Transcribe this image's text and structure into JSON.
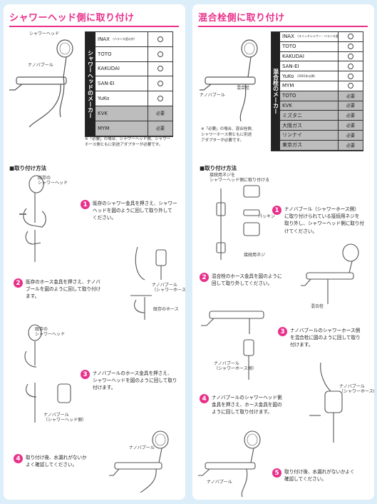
{
  "left": {
    "title": "シャワーヘッド側に取り付け",
    "label_head": "シャワーヘッド",
    "label_nano": "ナノバブール",
    "table_header": "シャワーヘッドのメーカー",
    "brands": [
      {
        "name": "INAX",
        "note": "（バランス釜以外）",
        "mark": "circle"
      },
      {
        "name": "TOTO",
        "note": "",
        "mark": "circle"
      },
      {
        "name": "KAKUDAI",
        "note": "",
        "mark": "circle"
      },
      {
        "name": "SAN-EI",
        "note": "",
        "mark": "circle"
      },
      {
        "name": "YuKo",
        "note": "",
        "mark": "circle"
      },
      {
        "name": "KVK",
        "note": "",
        "mark": "必要"
      },
      {
        "name": "MYM",
        "note": "",
        "mark": "必要"
      }
    ],
    "table_note": "※「必要」の場合、シャワーヘッド側、シャワー\nホース側ともに別途アダプターが必要です。",
    "section": "■取り付け方法",
    "step_labels": {
      "existing_head": "既存の\nシャワーヘッド",
      "nano_hose": "ナノバブール\n（シャワーホース側）",
      "existing_hose": "既存のホース",
      "existing_head2": "既存の\nシャワーヘッド",
      "nano_head": "ナノバブール\n（シャワーヘッド側）",
      "nano": "ナノバブール"
    },
    "steps": [
      {
        "num": "1",
        "text": "既存のシャワー金具を押さえ、シャワー\nヘッドを図のように回して取り外して\nください。"
      },
      {
        "num": "2",
        "text": "既存のホース金具を押さえ、ナノバ\nブールを図のように回して取り付け\nます。"
      },
      {
        "num": "3",
        "text": "ナノバブールのホース金具を押さえ、\nシャワーヘッドを図のように回して取り\n付けます。"
      },
      {
        "num": "4",
        "text": "取り付け後、水漏れがないか\nよく確認してください。"
      }
    ]
  },
  "right": {
    "title": "混合栓側に取り付け",
    "label_mixer": "混合栓",
    "label_nano": "ナノバブール",
    "table_header": "混合栓のメーカー",
    "brands": [
      {
        "name": "INAX",
        "note": "（スイッチシャワー・バランス釜以外）",
        "mark": "circle"
      },
      {
        "name": "TOTO",
        "note": "",
        "mark": "circle"
      },
      {
        "name": "KAKUDAI",
        "note": "",
        "mark": "circle"
      },
      {
        "name": "SAN-EI",
        "note": "",
        "mark": "circle"
      },
      {
        "name": "YuKo",
        "note": "（2001年以降）",
        "mark": "circle"
      },
      {
        "name": "MYM",
        "note": "",
        "mark": "circle"
      },
      {
        "name": "TOTO",
        "note": "",
        "mark": "必要"
      },
      {
        "name": "KVK",
        "note": "",
        "mark": "必要"
      },
      {
        "name": "ミズタニ",
        "note": "",
        "mark": "必要"
      },
      {
        "name": "大阪ガス",
        "note": "",
        "mark": "必要"
      },
      {
        "name": "リンナイ",
        "note": "",
        "mark": "必要"
      },
      {
        "name": "東京ガス",
        "note": "",
        "mark": "必要"
      }
    ],
    "table_note": "※「必要」の場合、混合栓側、\nシャワーホース側ともに別途\nアダプターが必要です。",
    "section": "■取り付け方法",
    "step_labels": {
      "connector_note": "接続用ネジを\nシャワーヘッド側に取り付ける",
      "packing": "パッキン",
      "connector": "接続用ネジ",
      "mixer": "混合栓",
      "nano_hose": "ナノバブール\n（シャワーホース側）",
      "nano_hose2": "ナノバブール\n（シャワーホース側）",
      "nano": "ナノバブール"
    },
    "steps": [
      {
        "num": "1",
        "text": "ナノバブール（シャワーホース側）\nに取り付けられている接続用ネジを\n取り外し、シャワーヘッド側に取り付\nけてください。"
      },
      {
        "num": "2",
        "text": "混合栓のホース金具を図のように\n回して取り外してください。"
      },
      {
        "num": "3",
        "text": "ナノバブールのシャワーホース側\nを混合栓に図のように回して取り\n付けます。"
      },
      {
        "num": "4",
        "text": "ナノバブールのシャワーヘッド側\n金具を押さえ、ホース金具を図の\nように回して取り付けます。"
      },
      {
        "num": "5",
        "text": "取り付け後、水漏れがないかよく\n確認してください。"
      }
    ]
  }
}
